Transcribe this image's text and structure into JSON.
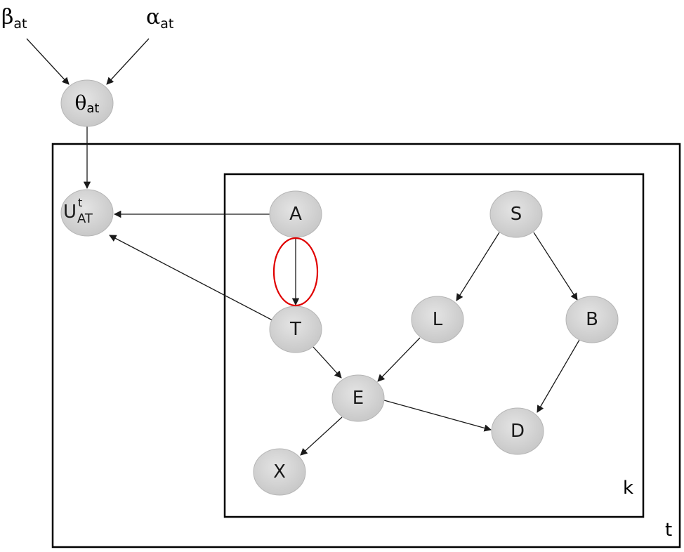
{
  "hyperparameters": {
    "beta": {
      "symbol": "β",
      "sub": "at"
    },
    "alpha": {
      "symbol": "α",
      "sub": "at"
    }
  },
  "theta": {
    "symbol": "θ",
    "sub": "at"
  },
  "utility": {
    "base": "U",
    "sup": "t",
    "sub": "AT"
  },
  "nodes": {
    "A": "A",
    "S": "S",
    "T": "T",
    "L": "L",
    "B": "B",
    "E": "E",
    "D": "D",
    "X": "X"
  },
  "plates": {
    "outer_label": "t",
    "inner_label": "k"
  },
  "edges": [
    {
      "from": "beta",
      "to": "theta"
    },
    {
      "from": "alpha",
      "to": "theta"
    },
    {
      "from": "theta",
      "to": "utility"
    },
    {
      "from": "A",
      "to": "utility"
    },
    {
      "from": "T",
      "to": "utility"
    },
    {
      "from": "A",
      "to": "T",
      "highlighted": true
    },
    {
      "from": "S",
      "to": "L"
    },
    {
      "from": "S",
      "to": "B"
    },
    {
      "from": "T",
      "to": "E"
    },
    {
      "from": "L",
      "to": "E"
    },
    {
      "from": "B",
      "to": "D"
    },
    {
      "from": "E",
      "to": "D"
    },
    {
      "from": "E",
      "to": "X"
    }
  ],
  "colors": {
    "node_fill": "#d3d3d3",
    "highlight": "#e00000"
  }
}
